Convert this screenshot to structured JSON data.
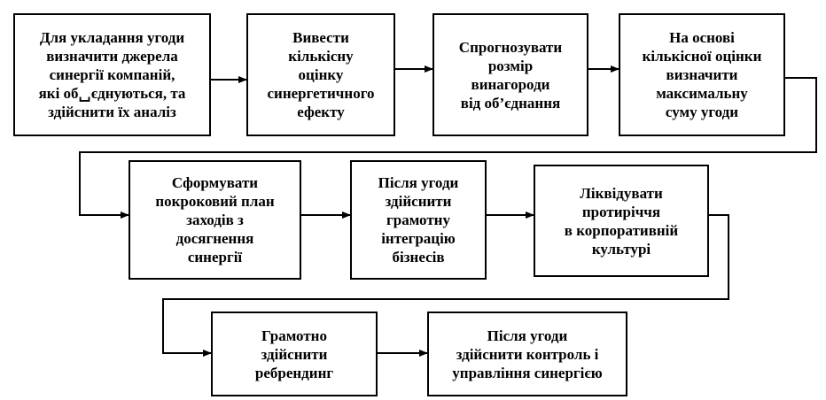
{
  "steps": [
    {
      "id": "s1",
      "text": "Для укладання угоди\nвизначити джерела\nсинергії компаній,\nякі об␣єднуються, та\nздійснити їх аналіз"
    },
    {
      "id": "s2",
      "text": "Вивести\nкількісну\nоцінку\nсинергетичного\nефекту"
    },
    {
      "id": "s3",
      "text": "Спрогнозувати\nрозмір\nвинагороди\nвід об’єднання"
    },
    {
      "id": "s4",
      "text": "На основі\nкількісної оцінки\nвизначити\nмаксимальну\nсуму угоди"
    },
    {
      "id": "s5",
      "text": "Сформувати\nпокроковий план\nзаходів з\nдосягнення\nсинергії"
    },
    {
      "id": "s6",
      "text": "Після угоди\nздійснити\nграмотну\nінтеграцію\nбізнесів"
    },
    {
      "id": "s7",
      "text": "Ліквідувати\nпротиріччя\nв корпоративній\nкультурі"
    },
    {
      "id": "s8",
      "text": "Грамотно\nздійснити\nребрендинг"
    },
    {
      "id": "s9",
      "text": "Після угоди\nздійснити контроль і\nуправління синергією"
    }
  ]
}
